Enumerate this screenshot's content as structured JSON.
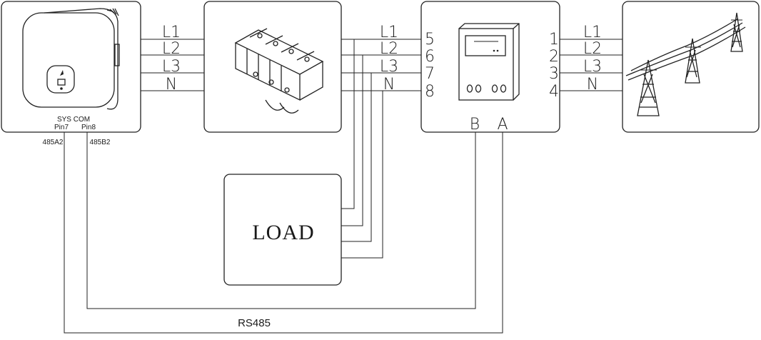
{
  "inverter": {
    "port_label": "SYS COM",
    "pin_a_label": "Pin7",
    "pin_b_label": "Pin8",
    "wire_a_label": "485A2",
    "wire_b_label": "485B2",
    "phase_labels": [
      "L1",
      "L2",
      "L3",
      "N"
    ]
  },
  "breaker": {
    "phase_labels": [
      "L1",
      "L2",
      "L3",
      "N"
    ]
  },
  "meter": {
    "in_terminals": [
      "5",
      "6",
      "7",
      "8"
    ],
    "out_terminals": [
      "1",
      "2",
      "3",
      "4"
    ],
    "b_label": "B",
    "a_label": "A"
  },
  "grid": {
    "phase_labels": [
      "L1",
      "L2",
      "L3",
      "N"
    ]
  },
  "load": {
    "label": "LOAD"
  },
  "bus": {
    "label": "RS485"
  }
}
